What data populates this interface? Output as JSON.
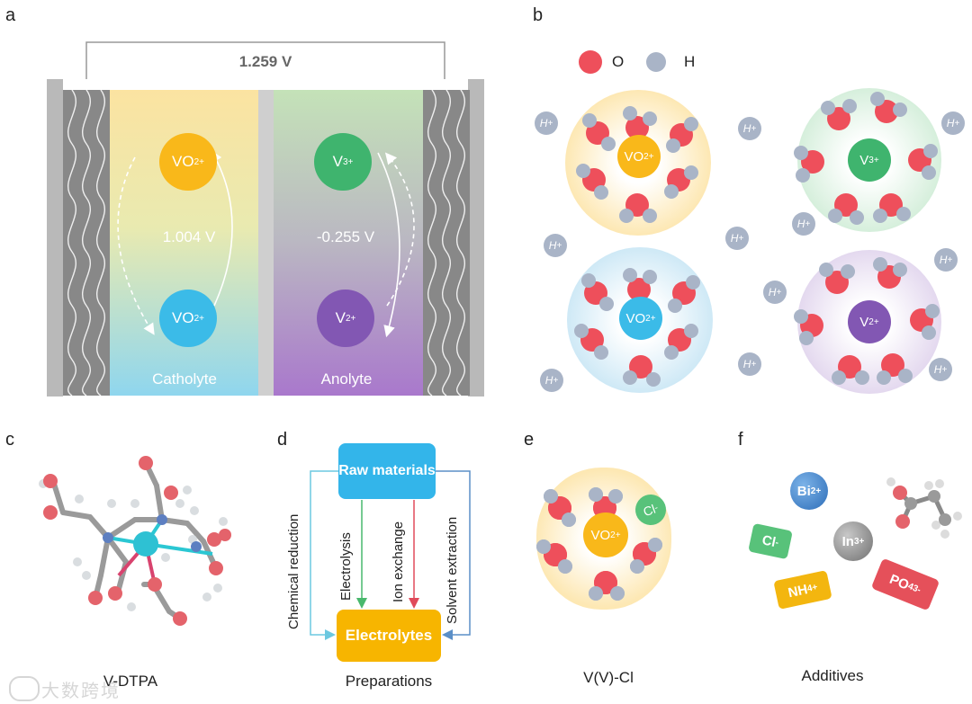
{
  "panels": {
    "a": "a",
    "b": "b",
    "c": "c",
    "d": "d",
    "e": "e",
    "f": "f"
  },
  "panel_a": {
    "cell_voltage": "1.259 V",
    "catholyte": {
      "top_ion_base": "VO",
      "top_ion_sub": "2",
      "top_ion_sup": "+",
      "bottom_ion_base": "VO",
      "bottom_ion_sup": "2+",
      "potential": "1.004 V",
      "label": "Catholyte"
    },
    "anolyte": {
      "top_ion_base": "V",
      "top_ion_sup": "3+",
      "bottom_ion_base": "V",
      "bottom_ion_sup": "2+",
      "potential": "-0.255 V",
      "label": "Anolyte"
    },
    "colors": {
      "vo2plus": "#f9b81a",
      "vo2plus2": "#3bbbe8",
      "v3": "#3fb46e",
      "v2": "#8257b3",
      "electrode": "#8a8a8a",
      "collector": "#b9b9b9"
    }
  },
  "panel_b": {
    "legend": {
      "o": "O",
      "h": "H"
    },
    "proton": "H",
    "proton_sup": "+",
    "clusters": [
      {
        "ion_base": "VO",
        "ion_sub": "2",
        "ion_sup": "+"
      },
      {
        "ion_base": "V",
        "ion_sup": "3+"
      },
      {
        "ion_base": "VO",
        "ion_sup": "2+"
      },
      {
        "ion_base": "V",
        "ion_sup": "2+"
      }
    ],
    "colors": {
      "o": "#ee4f5b",
      "h": "#a9b4c7"
    }
  },
  "panel_c": {
    "caption": "V-DTPA"
  },
  "panel_d": {
    "caption": "Preparations",
    "raw_materials": "Raw materials",
    "electrolytes": "Electrolytes",
    "methods": [
      "Chemical reduction",
      "Electrolysis",
      "Ion exchange",
      "Solvent extraction"
    ],
    "colors": {
      "raw": "#33b5ea",
      "electrolytes": "#f7b500",
      "chem": "#6cc8e0",
      "elec": "#49b86d",
      "ionx": "#e04a5a",
      "solv": "#5b8fc7"
    }
  },
  "panel_e": {
    "caption": "V(V)-Cl",
    "ion_base": "VO",
    "ion_sub": "2",
    "ion_sup": "+",
    "anion_base": "Cl",
    "anion_sup": "-"
  },
  "panel_f": {
    "caption": "Additives",
    "bi": {
      "base": "Bi",
      "sup": "2+"
    },
    "in": {
      "base": "In",
      "sup": "3+"
    },
    "cl": {
      "base": "Cl",
      "sup": "-"
    },
    "nh4": {
      "base": "NH",
      "sub": "4",
      "sup": "+"
    },
    "po4": {
      "base": "PO",
      "sub": "4",
      "sup": "3-"
    }
  },
  "watermark": "大数跨境"
}
